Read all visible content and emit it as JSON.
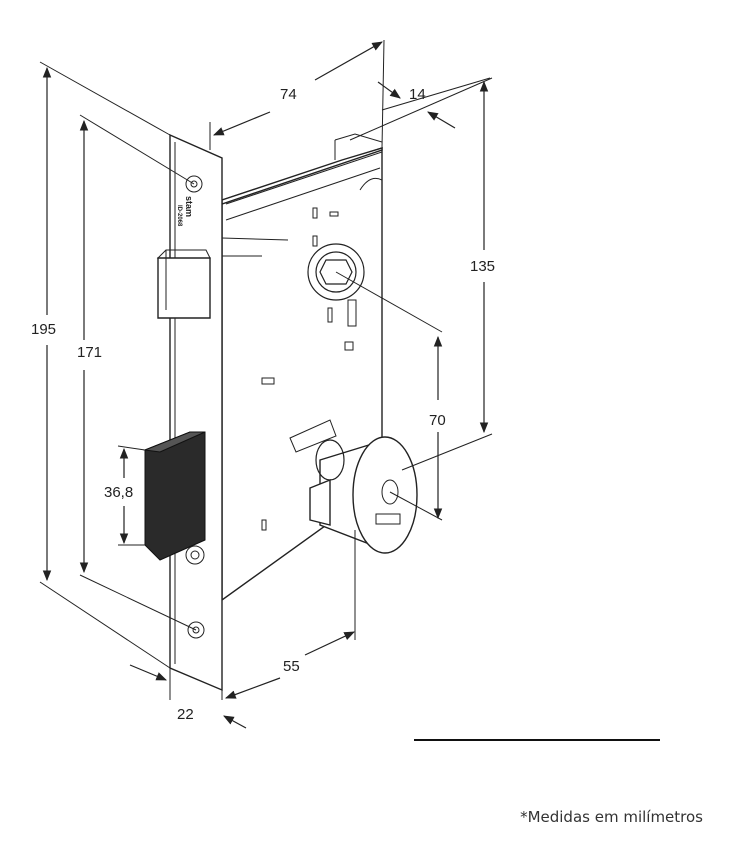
{
  "dimensions": {
    "height_total": "195",
    "height_inner": "171",
    "latch_height": "36,8",
    "depth_body": "74",
    "faceplate_offset": "14",
    "spindle_to_top": "135",
    "spindle_to_cylinder": "70",
    "backset": "55",
    "faceplate_width": "22"
  },
  "logo_text": "stam",
  "logo_sub": "ID-2068",
  "footnote": "*Medidas em milímetros"
}
